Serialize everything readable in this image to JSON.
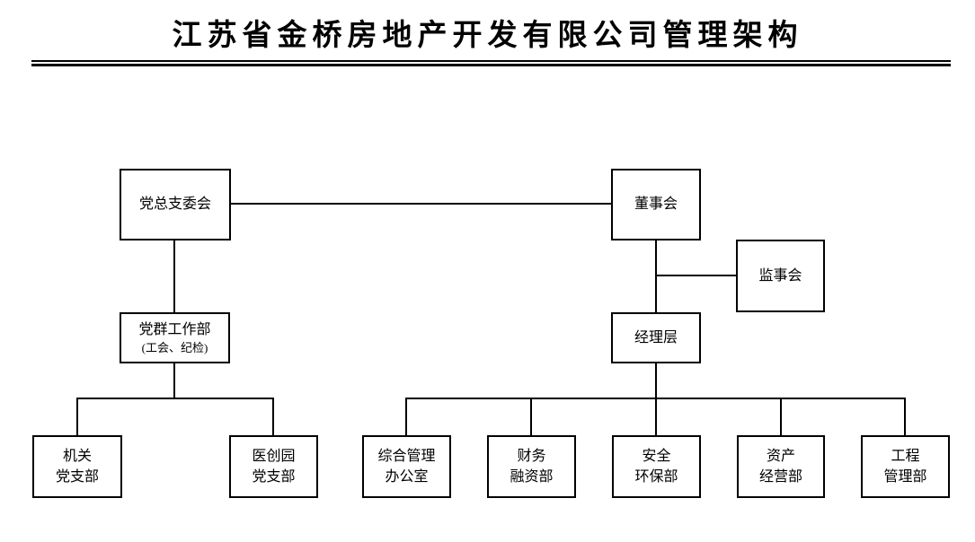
{
  "title": "江苏省金桥房地产开发有限公司管理架构",
  "org": {
    "party_committee": {
      "label": "党总支委会"
    },
    "board_of_directors": {
      "label": "董事会"
    },
    "supervisory_board": {
      "label": "监事会"
    },
    "party_mass_work_dept": {
      "label": "党群工作部",
      "sublabel": "(工会、纪检)"
    },
    "management_team": {
      "label": "经理层"
    },
    "office_party_branch": {
      "line1": "机关",
      "line2": "党支部"
    },
    "yichuangyuan_party_branch": {
      "line1": "医创园",
      "line2": "党支部"
    },
    "general_management_office": {
      "line1": "综合管理",
      "line2": "办公室"
    },
    "finance_financing_dept": {
      "line1": "财务",
      "line2": "融资部"
    },
    "safety_environment_dept": {
      "line1": "安全",
      "line2": "环保部"
    },
    "asset_operation_dept": {
      "line1": "资产",
      "line2": "经营部"
    },
    "engineering_management_dept": {
      "line1": "工程",
      "line2": "管理部"
    }
  },
  "colors": {
    "line": "#000000",
    "background": "#ffffff",
    "text": "#000000"
  }
}
